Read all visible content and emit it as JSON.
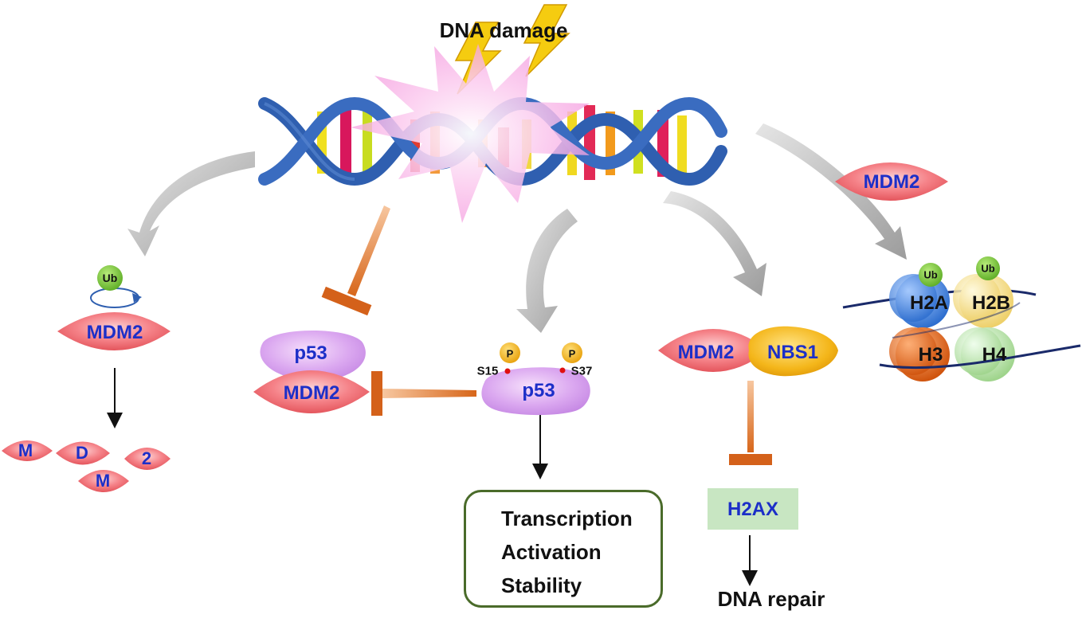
{
  "title": "DNA damage",
  "dna_damage_icon": "lightning-bolt-icon",
  "colors": {
    "mdm2": "#f2737a",
    "p53": "#d9a4f0",
    "nbs1": "#f2b818",
    "phospho": "#f4b417",
    "ub": "#7cc43a",
    "inhibit": "#d8661c",
    "flow_arrow": "#b8b8b8",
    "text_blue": "#1c2fc8",
    "h2ax_box": "#c8e6c2",
    "outcome_border": "#4a6b2a",
    "h2a": "#3d7fd6",
    "h2b": "#f5e08a",
    "h3": "#e0661a",
    "h4": "#b6e0a8",
    "dna_backbone": "#2f5fb0"
  },
  "pathway1": {
    "ub": "Ub",
    "protein": "MDM2",
    "fragments": [
      "M",
      "D",
      "2",
      "M"
    ]
  },
  "pathway2": {
    "top": "p53",
    "bottom": "MDM2"
  },
  "pathway3": {
    "protein": "p53",
    "phospho_label": "P",
    "site_left": "S15",
    "site_right": "S37",
    "outcomes": [
      "Transcription",
      "Activation",
      "Stability"
    ]
  },
  "pathway4": {
    "left": "MDM2",
    "right": "NBS1",
    "target": "H2AX",
    "result": "DNA repair"
  },
  "pathway5": {
    "protein": "MDM2",
    "histones": [
      "H2A",
      "H2B",
      "H3",
      "H4"
    ],
    "ub_labels": [
      "Ub",
      "Ub"
    ]
  }
}
